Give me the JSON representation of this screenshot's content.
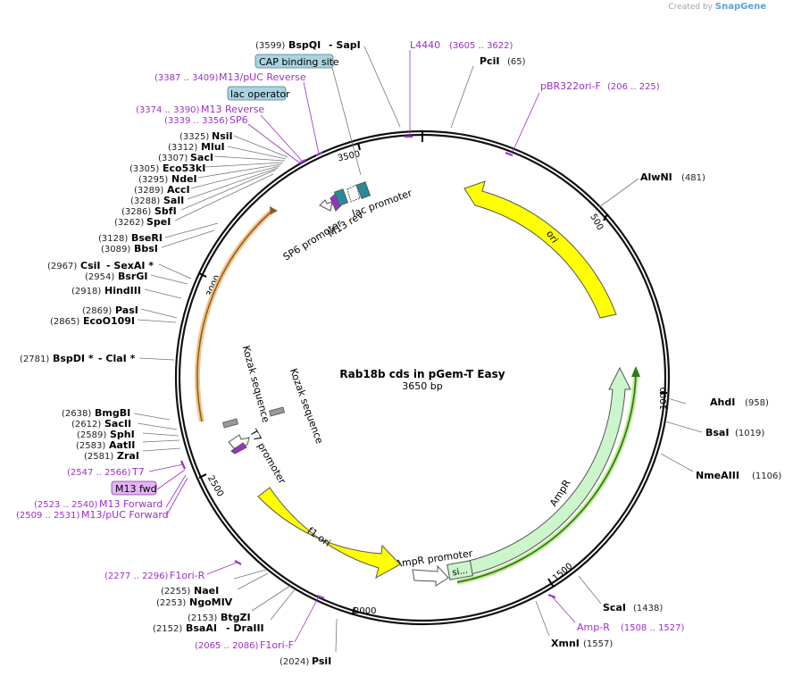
{
  "credit": {
    "prefix": "Created by",
    "brand": "SnapGene"
  },
  "title": "Rab18b cds in pGem-T Easy",
  "length_label": "3650 bp",
  "ticks": [
    "500",
    "1000",
    "1500",
    "2000",
    "2500",
    "3000",
    "3500"
  ],
  "features": {
    "ori": "ori",
    "ampr": "AmpR",
    "ampr_promoter": "AmpR promoter",
    "si": "si...",
    "f1ori": "f1 ori",
    "t7_promoter": "T7 promoter",
    "kozak1": "Kozak sequence",
    "kozak2": "Kozak sequence",
    "sp6_promoter": "SP6 promoter",
    "m13_rev": "M13 rev",
    "lac_promoter": "lac promoter"
  },
  "enzymes": {
    "bspqi": {
      "pos": "(3599)",
      "name": "BspQI",
      "extra": "- SapI"
    },
    "pcii": {
      "name": "PciI",
      "pos": "(65)"
    },
    "alwni": {
      "name": "AlwNI",
      "pos": "(481)"
    },
    "ahdi": {
      "name": "AhdI",
      "pos": "(958)"
    },
    "bsai": {
      "name": "BsaI",
      "pos": "(1019)"
    },
    "nmeaiii": {
      "name": "NmeAIII",
      "pos": "(1106)"
    },
    "scai": {
      "name": "ScaI",
      "pos": "(1438)"
    },
    "xmni": {
      "name": "XmnI",
      "pos": "(1557)"
    },
    "psii": {
      "pos": "(2024)",
      "name": "PsiI"
    },
    "bsaai": {
      "pos": "(2152)",
      "name": "BsaAI",
      "extra": "- DraIII"
    },
    "btgzi": {
      "pos": "(2153)",
      "name": "BtgZI"
    },
    "ngomiv": {
      "pos": "(2253)",
      "name": "NgoMIV"
    },
    "naei": {
      "pos": "(2255)",
      "name": "NaeI"
    },
    "zrai": {
      "pos": "(2581)",
      "name": "ZraI"
    },
    "aatii": {
      "pos": "(2583)",
      "name": "AatII"
    },
    "sphi": {
      "pos": "(2589)",
      "name": "SphI"
    },
    "sacii": {
      "pos": "(2612)",
      "name": "SacII"
    },
    "bmgbi": {
      "pos": "(2638)",
      "name": "BmgBI"
    },
    "bspdi": {
      "pos": "(2781)",
      "name": "BspDI *",
      "extra": "- ClaI *"
    },
    "eco0109i": {
      "pos": "(2865)",
      "name": "EcoO109I"
    },
    "pasi": {
      "pos": "(2869)",
      "name": "PasI"
    },
    "hindiii": {
      "pos": "(2918)",
      "name": "HindIII"
    },
    "bsrgi": {
      "pos": "(2954)",
      "name": "BsrGI"
    },
    "csii": {
      "pos": "(2967)",
      "name": "CsiI",
      "extra": "- SexAI *"
    },
    "bbsi": {
      "pos": "(3089)",
      "name": "BbsI"
    },
    "bseri": {
      "pos": "(3128)",
      "name": "BseRI"
    },
    "spei": {
      "pos": "(3262)",
      "name": "SpeI"
    },
    "sbfi": {
      "pos": "(3286)",
      "name": "SbfI"
    },
    "sali": {
      "pos": "(3288)",
      "name": "SalI"
    },
    "acci": {
      "pos": "(3289)",
      "name": "AccI"
    },
    "ndei": {
      "pos": "(3295)",
      "name": "NdeI"
    },
    "eco53ki": {
      "pos": "(3305)",
      "name": "Eco53kI"
    },
    "saci": {
      "pos": "(3307)",
      "name": "SacI"
    },
    "mlui": {
      "pos": "(3312)",
      "name": "MluI"
    },
    "nsii": {
      "pos": "(3325)",
      "name": "NsiI"
    }
  },
  "primers": {
    "l4440": {
      "name": "L4440",
      "pos": "(3605 .. 3622)"
    },
    "pbr322": {
      "name": "pBR322ori-F",
      "pos": "(206 .. 225)"
    },
    "m13puc_rev": {
      "pos": "(3387 .. 3409)",
      "name": "M13/pUC Reverse"
    },
    "m13_reverse": {
      "pos": "(3374 .. 3390)",
      "name": "M13 Reverse"
    },
    "sp6": {
      "pos": "(3339 .. 3356)",
      "name": "SP6"
    },
    "t7": {
      "pos": "(2547 .. 2566)",
      "name": "T7"
    },
    "m13fwd": {
      "name": "M13 fwd"
    },
    "m13_forward": {
      "pos": "(2523 .. 2540)",
      "name": "M13 Forward"
    },
    "m13puc_fwd": {
      "pos": "(2509 .. 2531)",
      "name": "M13/pUC Forward"
    },
    "f1ori_r": {
      "pos": "(2277 .. 2296)",
      "name": "F1ori-R"
    },
    "f1ori_f": {
      "pos": "(2065 .. 2086)",
      "name": "F1ori-F"
    },
    "amp_r": {
      "name": "Amp-R",
      "pos": "(1508 .. 1527)"
    }
  },
  "boxes": {
    "cap": "CAP binding site",
    "lacop": "lac operator"
  },
  "colors": {
    "ori": "#ffff00",
    "ampr": "#ccf5cc",
    "primer": "#9b30c8",
    "box": "#a9d4e0",
    "m13fwd_box": "#e3b3f5",
    "f1_ring": "#f2c48a",
    "ampr_ring": "#9ed66a"
  }
}
